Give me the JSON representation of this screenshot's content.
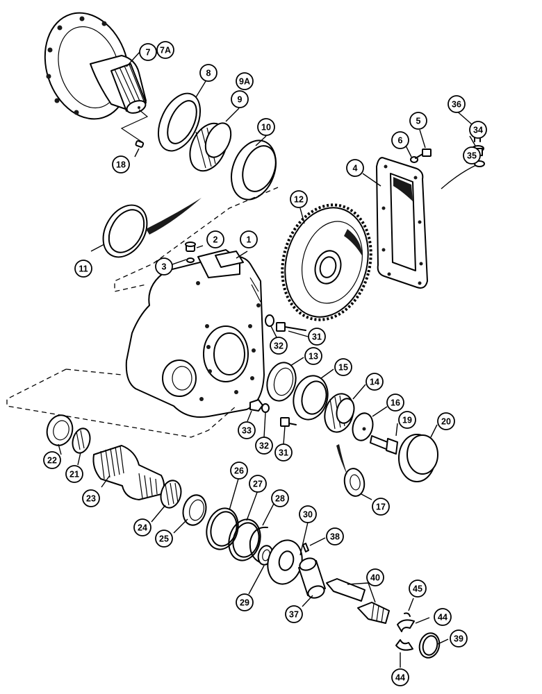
{
  "callouts": [
    {
      "id": "c7",
      "label": "7"
    },
    {
      "id": "c7a",
      "label": "7A"
    },
    {
      "id": "c8",
      "label": "8"
    },
    {
      "id": "c9a",
      "label": "9A"
    },
    {
      "id": "c9",
      "label": "9"
    },
    {
      "id": "c10",
      "label": "10"
    },
    {
      "id": "c18",
      "label": "18"
    },
    {
      "id": "c36",
      "label": "36"
    },
    {
      "id": "c5",
      "label": "5"
    },
    {
      "id": "c34",
      "label": "34"
    },
    {
      "id": "c6",
      "label": "6"
    },
    {
      "id": "c35",
      "label": "35"
    },
    {
      "id": "c4",
      "label": "4"
    },
    {
      "id": "c12",
      "label": "12"
    },
    {
      "id": "c2",
      "label": "2"
    },
    {
      "id": "c1",
      "label": "1"
    },
    {
      "id": "c3",
      "label": "3"
    },
    {
      "id": "c11",
      "label": "11"
    },
    {
      "id": "c32a",
      "label": "32"
    },
    {
      "id": "c31a",
      "label": "31"
    },
    {
      "id": "c13",
      "label": "13"
    },
    {
      "id": "c15",
      "label": "15"
    },
    {
      "id": "c14",
      "label": "14"
    },
    {
      "id": "c16",
      "label": "16"
    },
    {
      "id": "c19",
      "label": "19"
    },
    {
      "id": "c20",
      "label": "20"
    },
    {
      "id": "c33",
      "label": "33"
    },
    {
      "id": "c32b",
      "label": "32"
    },
    {
      "id": "c31b",
      "label": "31"
    },
    {
      "id": "c22",
      "label": "22"
    },
    {
      "id": "c21",
      "label": "21"
    },
    {
      "id": "c17",
      "label": "17"
    },
    {
      "id": "c23",
      "label": "23"
    },
    {
      "id": "c26",
      "label": "26"
    },
    {
      "id": "c27",
      "label": "27"
    },
    {
      "id": "c28",
      "label": "28"
    },
    {
      "id": "c24",
      "label": "24"
    },
    {
      "id": "c25",
      "label": "25"
    },
    {
      "id": "c30",
      "label": "30"
    },
    {
      "id": "c38",
      "label": "38"
    },
    {
      "id": "c40",
      "label": "40"
    },
    {
      "id": "c29",
      "label": "29"
    },
    {
      "id": "c37",
      "label": "37"
    },
    {
      "id": "c45",
      "label": "45"
    },
    {
      "id": "c44a",
      "label": "44"
    },
    {
      "id": "c39",
      "label": "39"
    },
    {
      "id": "c44b",
      "label": "44"
    }
  ]
}
